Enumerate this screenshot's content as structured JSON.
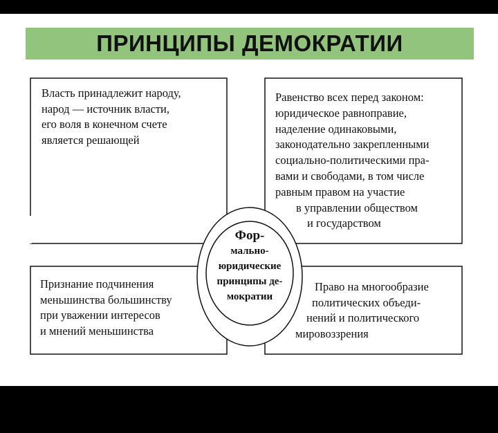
{
  "title": "ПРИНЦИПЫ ДЕМОКРАТИИ",
  "center": [
    "Фор-",
    "мально-",
    "юридические",
    "принципы де-",
    "мократии"
  ],
  "boxes": {
    "top_left": [
      "Власть принадлежит народу,",
      "народ — источник власти,",
      "его воля в конечном счете",
      "является решающей"
    ],
    "top_right": [
      "Равенство всех перед законом:",
      "юридическое равноправие,",
      "наделение одинаковыми,",
      "законодательно закрепленными",
      "социально-политическими пра-",
      "вами и свободами, в том числе",
      "равным правом на участие",
      "в управлении обществом",
      "и государством"
    ],
    "bottom_left": [
      "Признание подчинения",
      "меньшинства большинству",
      "при уважении интересов",
      "и мнений меньшинства"
    ],
    "bottom_right": [
      "Право на многообразие",
      "политических объеди-",
      "нений и политического",
      "мировоззрения"
    ]
  }
}
